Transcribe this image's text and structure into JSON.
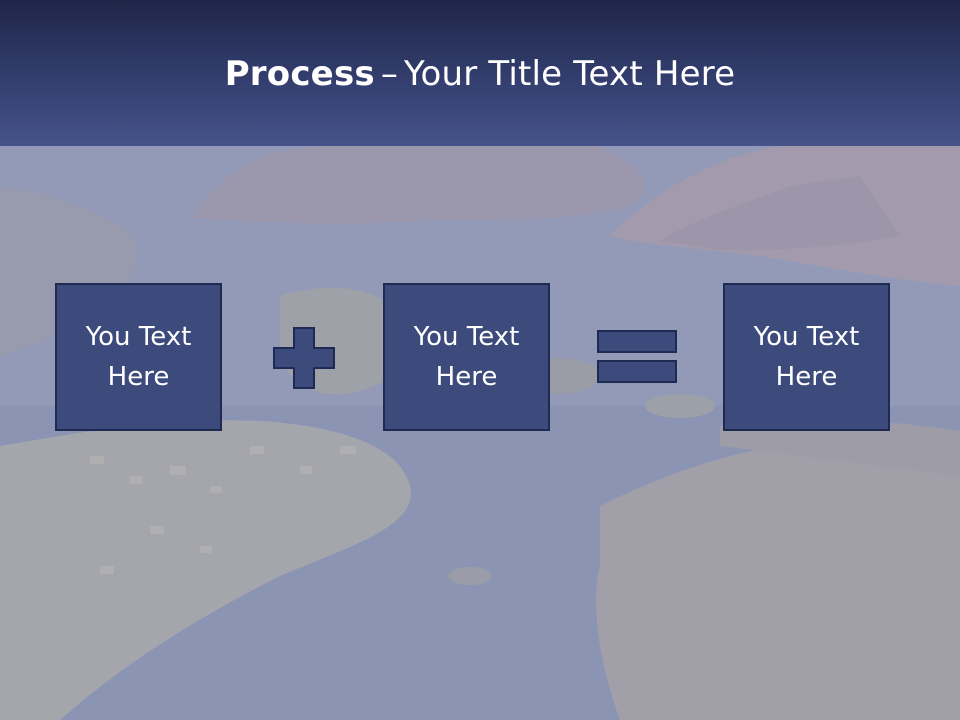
{
  "title": {
    "bold": "Process",
    "separator": "–",
    "rest": "Your Title Text Here"
  },
  "boxes": [
    {
      "text": "You Text Here"
    },
    {
      "text": "You Text Here"
    },
    {
      "text": "You Text Here"
    }
  ],
  "operators": [
    "plus-icon",
    "equals-icon"
  ],
  "colors": {
    "header_dark": "#1f2648",
    "header_light": "#46538a",
    "box_fill": "#3c4a7c",
    "box_border": "#1f2a52",
    "operator_fill": "#3c4a7c",
    "text": "#ffffff"
  }
}
